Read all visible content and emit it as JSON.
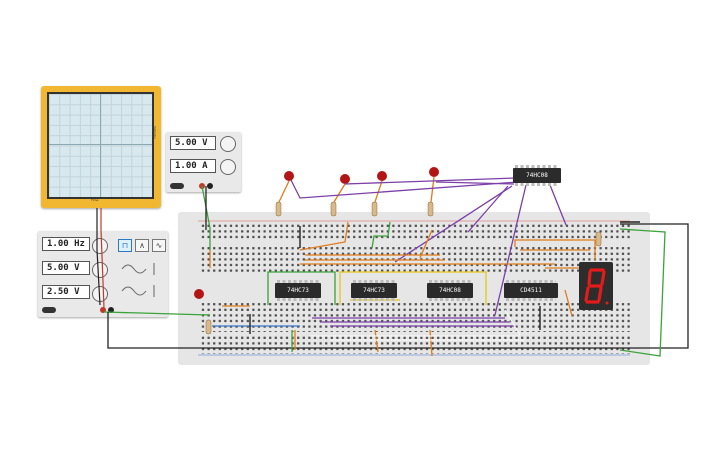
{
  "oscilloscope": {
    "side_label": "Volts/div",
    "bottom_label": "Time"
  },
  "power_supply": {
    "voltage": "5.00 V",
    "current": "1.00 A"
  },
  "function_generator": {
    "frequency": "1.00 Hz",
    "amplitude": "5.00 V",
    "offset": "2.50 V",
    "waveforms": [
      "square",
      "triangle",
      "sine"
    ],
    "selected": "square"
  },
  "chips": [
    {
      "id": "chip1",
      "label": "74HC73"
    },
    {
      "id": "chip2",
      "label": "74HC73"
    },
    {
      "id": "chip3",
      "label": "74HC08"
    },
    {
      "id": "chip4",
      "label": "CD4511"
    },
    {
      "id": "chip5",
      "label": "74HC08"
    }
  ],
  "display": {
    "digit": "8",
    "color": "#e31b1b"
  },
  "colors": {
    "wire_orange": "#e07b1a",
    "wire_purple": "#7b3fa8",
    "wire_green": "#3aa33a",
    "wire_yellow": "#e6c81e",
    "wire_black": "#222222",
    "wire_blue": "#3a77c9",
    "led_red": "#b31515",
    "scope_frame": "#f2b731"
  }
}
